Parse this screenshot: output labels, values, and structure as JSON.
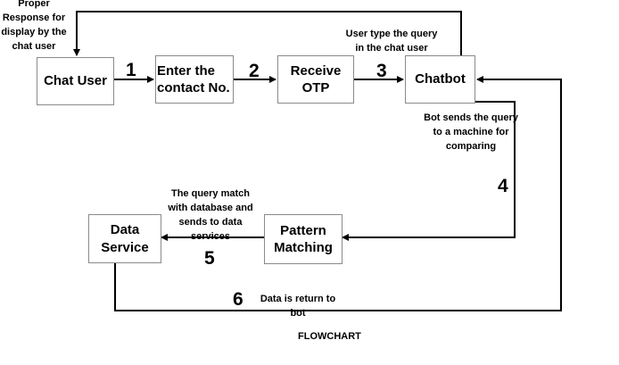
{
  "nodes": {
    "chat_user": "Chat User",
    "enter_contact": "Enter the\ncontact No.",
    "receive_otp": "Receive\nOTP",
    "chatbot": "Chatbot",
    "pattern_matching": "Pattern\nMatching",
    "data_service": "Data\nService"
  },
  "steps": [
    "1",
    "2",
    "3",
    "4",
    "5",
    "6"
  ],
  "labels": {
    "proper_response": "Proper\nResponse for\ndisplay by the\nchat user",
    "user_type_query": "User type the query\nin the chat user",
    "bot_sends_query": "Bot sends the query\nto a machine for\ncomparing",
    "query_match": "The query match\nwith database and\nsends to data services",
    "data_return": "Data is return to bot"
  },
  "caption": "FLOWCHART"
}
